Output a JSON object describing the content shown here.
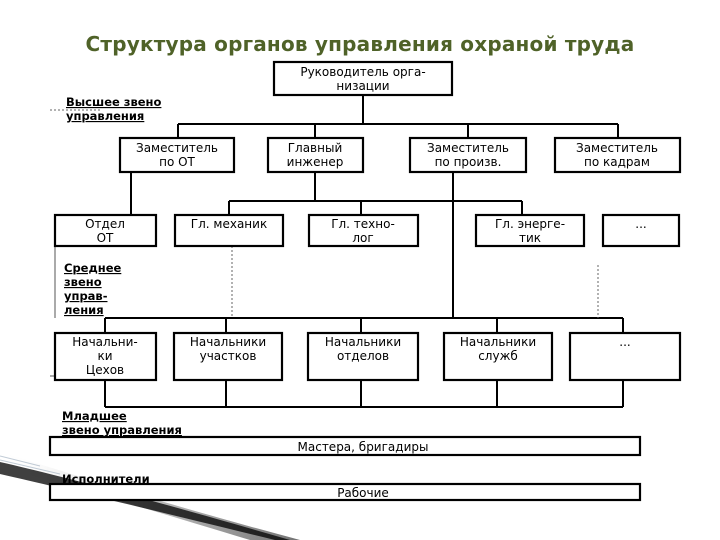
{
  "title": "Структура органов управления охраной труда",
  "levels": {
    "top": [
      "Высшее звено",
      "управления"
    ],
    "middle": [
      "Среднее",
      "звено",
      "управ-",
      "ления"
    ],
    "junior": [
      "Младшее",
      "звено управления"
    ],
    "executors": [
      "Исполнители"
    ]
  },
  "boxes": {
    "head": [
      "Руководитель орга-",
      "низации"
    ],
    "dep_ot": [
      "Заместитель",
      "по ОТ"
    ],
    "chief_engineer": [
      "Главный",
      "инженер"
    ],
    "dep_production": [
      "Заместитель",
      "по произв."
    ],
    "dep_hr": [
      "Заместитель",
      "по кадрам"
    ],
    "dept_ot": [
      "Отдел",
      "ОТ"
    ],
    "chief_mechanic": [
      "Гл. механик"
    ],
    "chief_technologist": [
      "Гл. техно-",
      "лог"
    ],
    "chief_power": [
      "Гл. энерге-",
      "тик"
    ],
    "more_1": [
      "..."
    ],
    "shop_heads": [
      "Начальни-",
      "ки",
      "Цехов"
    ],
    "section_heads": [
      "Начальники",
      "участков"
    ],
    "dept_heads": [
      "Начальники",
      "отделов"
    ],
    "service_heads": [
      "Начальники",
      "служб"
    ],
    "more_2": [
      "..."
    ],
    "masters": [
      "Мастера, бригадиры"
    ],
    "workers": [
      "Рабочие"
    ]
  }
}
